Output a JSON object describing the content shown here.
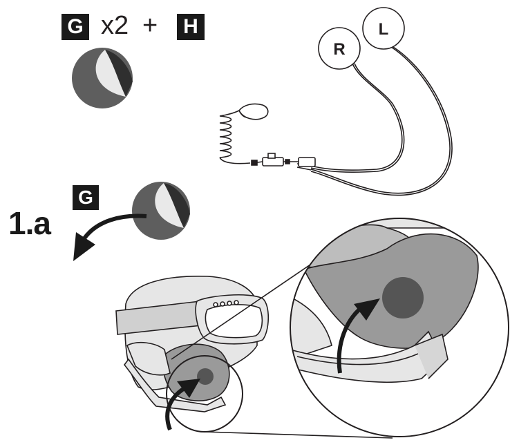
{
  "top_row": {
    "part_g": "G",
    "multiplier": "x2",
    "plus": "+",
    "part_h": "H"
  },
  "earphones": {
    "right_label": "R",
    "left_label": "L"
  },
  "step": {
    "number": "1.a",
    "part": "G"
  },
  "colors": {
    "ink": "#1a1a1a",
    "pad_dark": "#5e5e5e",
    "pad_light": "#e9e9e9",
    "helmet_fill": "#e6e6e6",
    "ear_zone": "#9a9a9a",
    "target_dot": "#555555"
  },
  "icons": [
    "pad-g-icon",
    "arrow-curved-icon",
    "helmet-illustration",
    "magnifier-circle"
  ]
}
